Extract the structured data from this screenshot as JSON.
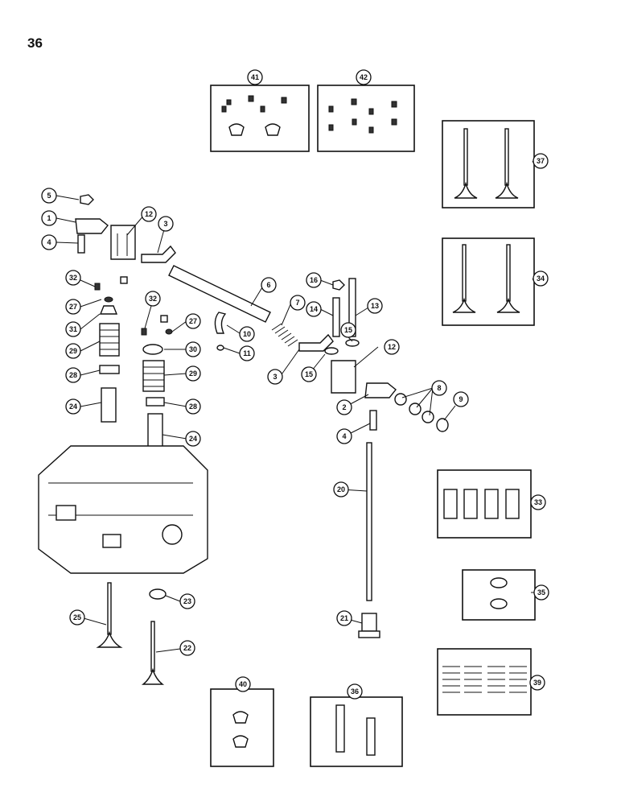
{
  "page": {
    "number": "36"
  },
  "callouts": [
    {
      "id": "c5",
      "label": "5"
    },
    {
      "id": "c1",
      "label": "1"
    },
    {
      "id": "c4a",
      "label": "4"
    },
    {
      "id": "c12a",
      "label": "12"
    },
    {
      "id": "c3a",
      "label": "3"
    },
    {
      "id": "c32a",
      "label": "32"
    },
    {
      "id": "c27a",
      "label": "27"
    },
    {
      "id": "c31",
      "label": "31"
    },
    {
      "id": "c29a",
      "label": "29"
    },
    {
      "id": "c28a",
      "label": "28"
    },
    {
      "id": "c24a",
      "label": "24"
    },
    {
      "id": "c32b",
      "label": "32"
    },
    {
      "id": "c27b",
      "label": "27"
    },
    {
      "id": "c30",
      "label": "30"
    },
    {
      "id": "c29b",
      "label": "29"
    },
    {
      "id": "c28b",
      "label": "28"
    },
    {
      "id": "c24b",
      "label": "24"
    },
    {
      "id": "c6",
      "label": "6"
    },
    {
      "id": "c7",
      "label": "7"
    },
    {
      "id": "c10",
      "label": "10"
    },
    {
      "id": "c11",
      "label": "11"
    },
    {
      "id": "c16",
      "label": "16"
    },
    {
      "id": "c14",
      "label": "14"
    },
    {
      "id": "c13",
      "label": "13"
    },
    {
      "id": "c15a",
      "label": "15"
    },
    {
      "id": "c15b",
      "label": "15"
    },
    {
      "id": "c12b",
      "label": "12"
    },
    {
      "id": "c3b",
      "label": "3"
    },
    {
      "id": "c2",
      "label": "2"
    },
    {
      "id": "c8",
      "label": "8"
    },
    {
      "id": "c9",
      "label": "9"
    },
    {
      "id": "c4b",
      "label": "4"
    },
    {
      "id": "c20",
      "label": "20"
    },
    {
      "id": "c21",
      "label": "21"
    },
    {
      "id": "c25",
      "label": "25"
    },
    {
      "id": "c23",
      "label": "23"
    },
    {
      "id": "c22",
      "label": "22"
    },
    {
      "id": "c41",
      "label": "41"
    },
    {
      "id": "c42",
      "label": "42"
    },
    {
      "id": "c37",
      "label": "37"
    },
    {
      "id": "c34",
      "label": "34"
    },
    {
      "id": "c33",
      "label": "33"
    },
    {
      "id": "c35",
      "label": "35"
    },
    {
      "id": "c39",
      "label": "39"
    },
    {
      "id": "c40",
      "label": "40"
    },
    {
      "id": "c36",
      "label": "36"
    }
  ]
}
